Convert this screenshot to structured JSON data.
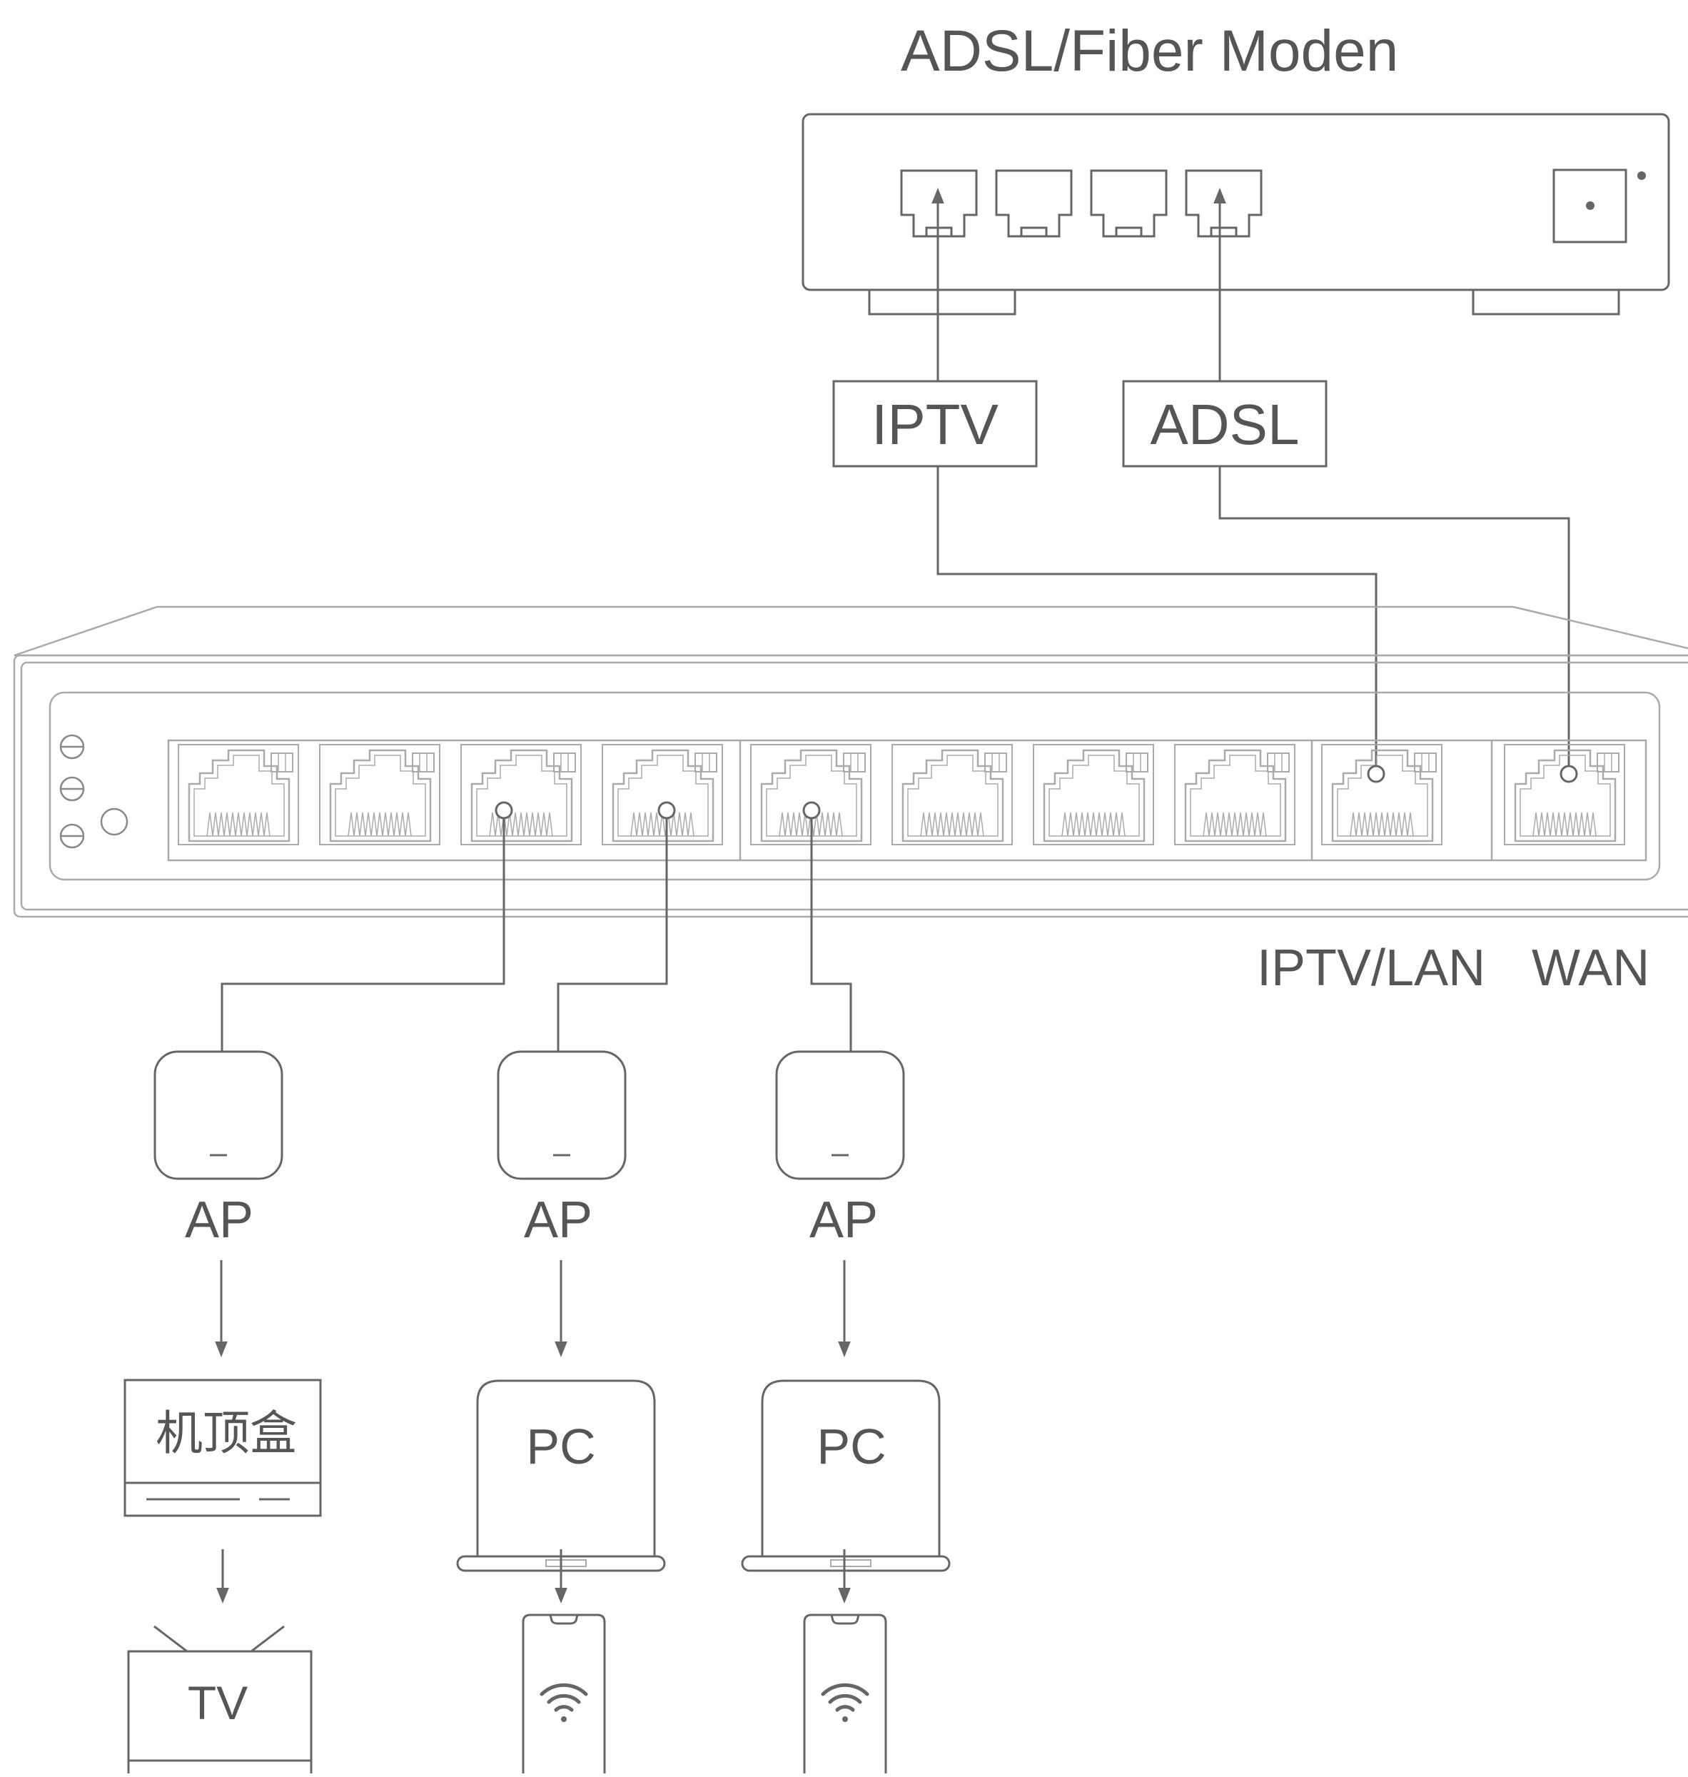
{
  "modem": {
    "title": "ADSL/Fiber Moden"
  },
  "labels": {
    "iptv_box": "IPTV",
    "adsl_box": "ADSL",
    "iptv_lan": "IPTV/LAN",
    "wan": "WAN",
    "ap": [
      "AP",
      "AP",
      "AP"
    ],
    "settop": "机顶盒",
    "pc": [
      "PC",
      "PC"
    ],
    "tv": "TV"
  },
  "colors": {
    "line": "#666666",
    "light_line": "#aaaaaa",
    "text": "#555555",
    "background": "#ffffff"
  },
  "icons": [
    "rj45-port-icon",
    "power-button-icon",
    "arrow-up-icon",
    "arrow-down-icon",
    "wifi-icon",
    "led-indicator-icon"
  ]
}
